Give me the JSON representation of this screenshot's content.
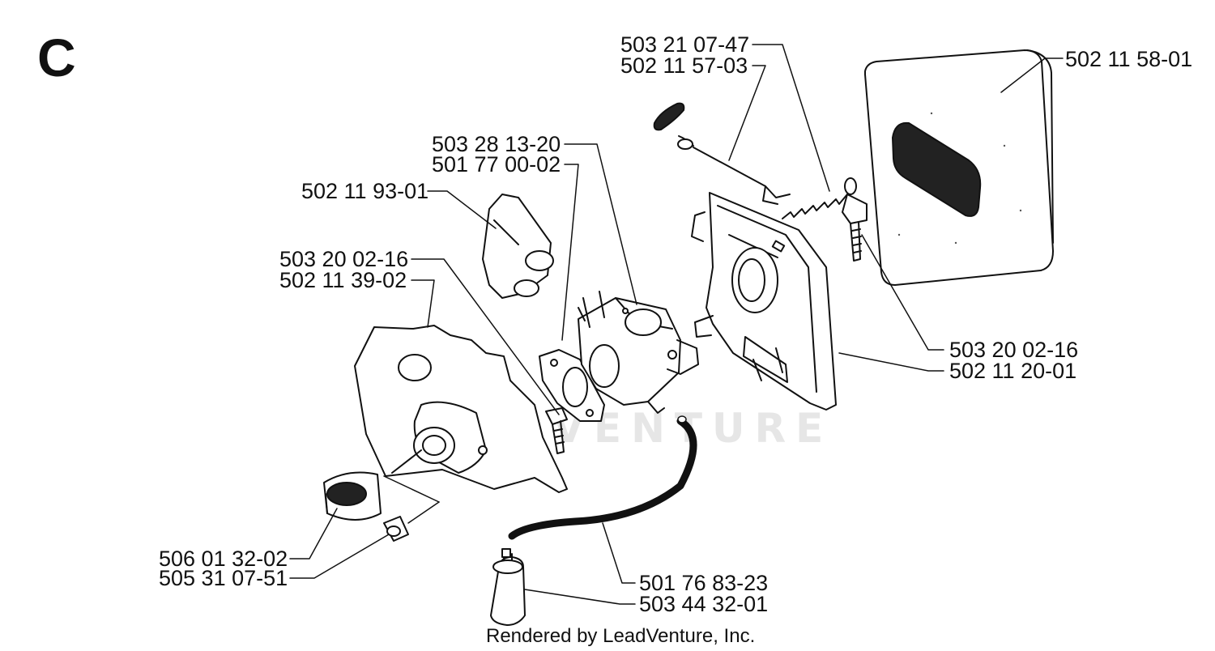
{
  "section_letter": "C",
  "watermark": "LEADVENTURE",
  "footer": "Rendered by LeadVenture, Inc.",
  "callouts": [
    {
      "id": "c1",
      "part_number": "503 21 07-47"
    },
    {
      "id": "c2",
      "part_number": "502 11 57-03"
    },
    {
      "id": "c3",
      "part_number": "502 11 58-01"
    },
    {
      "id": "c4",
      "part_number": "503 28 13-20"
    },
    {
      "id": "c5",
      "part_number": "501 77 00-02"
    },
    {
      "id": "c6",
      "part_number": "502 11 93-01"
    },
    {
      "id": "c7",
      "part_number": "503 20 02-16"
    },
    {
      "id": "c8",
      "part_number": "502 11 39-02"
    },
    {
      "id": "c9",
      "part_number": "503 20 02-16"
    },
    {
      "id": "c10",
      "part_number": "502 11 20-01"
    },
    {
      "id": "c11",
      "part_number": "506 01 32-02"
    },
    {
      "id": "c12",
      "part_number": "505 31 07-51"
    },
    {
      "id": "c13",
      "part_number": "501 76 83-23"
    },
    {
      "id": "c14",
      "part_number": "503 44 32-01"
    }
  ]
}
